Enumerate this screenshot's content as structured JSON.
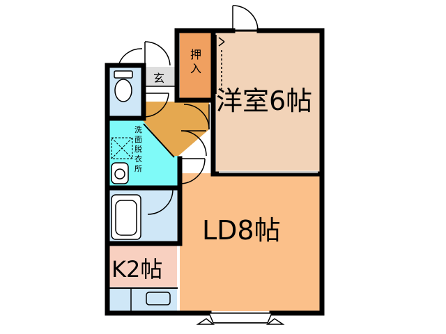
{
  "rooms": {
    "western_room": "洋室6帖",
    "living_dining": "LD8帖",
    "kitchen": "K2帖",
    "closet_chars": [
      "押",
      "入"
    ],
    "entrance": "玄",
    "washroom_chars": [
      "洗",
      "面",
      "脱",
      "衣",
      "所"
    ]
  },
  "colors": {
    "wall": "#000000",
    "western_room": "#f2d3b8",
    "living_dining": "#fbc08a",
    "kitchen": "#f8d0c0",
    "closet": "#f0a060",
    "hall": "#e5a850",
    "washroom": "#7ffaf8",
    "wet_area": "#cfe7f7",
    "entrance": "#dedede"
  }
}
